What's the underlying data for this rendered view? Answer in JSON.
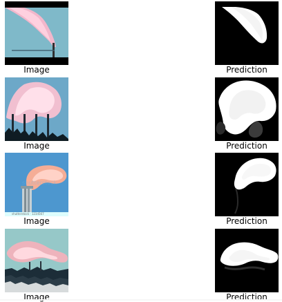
{
  "rows": [
    {
      "image_label": "Image",
      "prediction_label": "Prediction"
    },
    {
      "image_label": "Image",
      "prediction_label": "Prediction"
    },
    {
      "image_label": "Image",
      "prediction_label": "Prediction"
    },
    {
      "image_label": "Image",
      "prediction_label": "Prediction"
    }
  ],
  "colors": {
    "background": "#ffffff",
    "mask_background": "#000000",
    "mask_foreground": "#ffffff",
    "sky_blue": "#8fc4d9",
    "smoke_pink": "#f4b6c6"
  }
}
